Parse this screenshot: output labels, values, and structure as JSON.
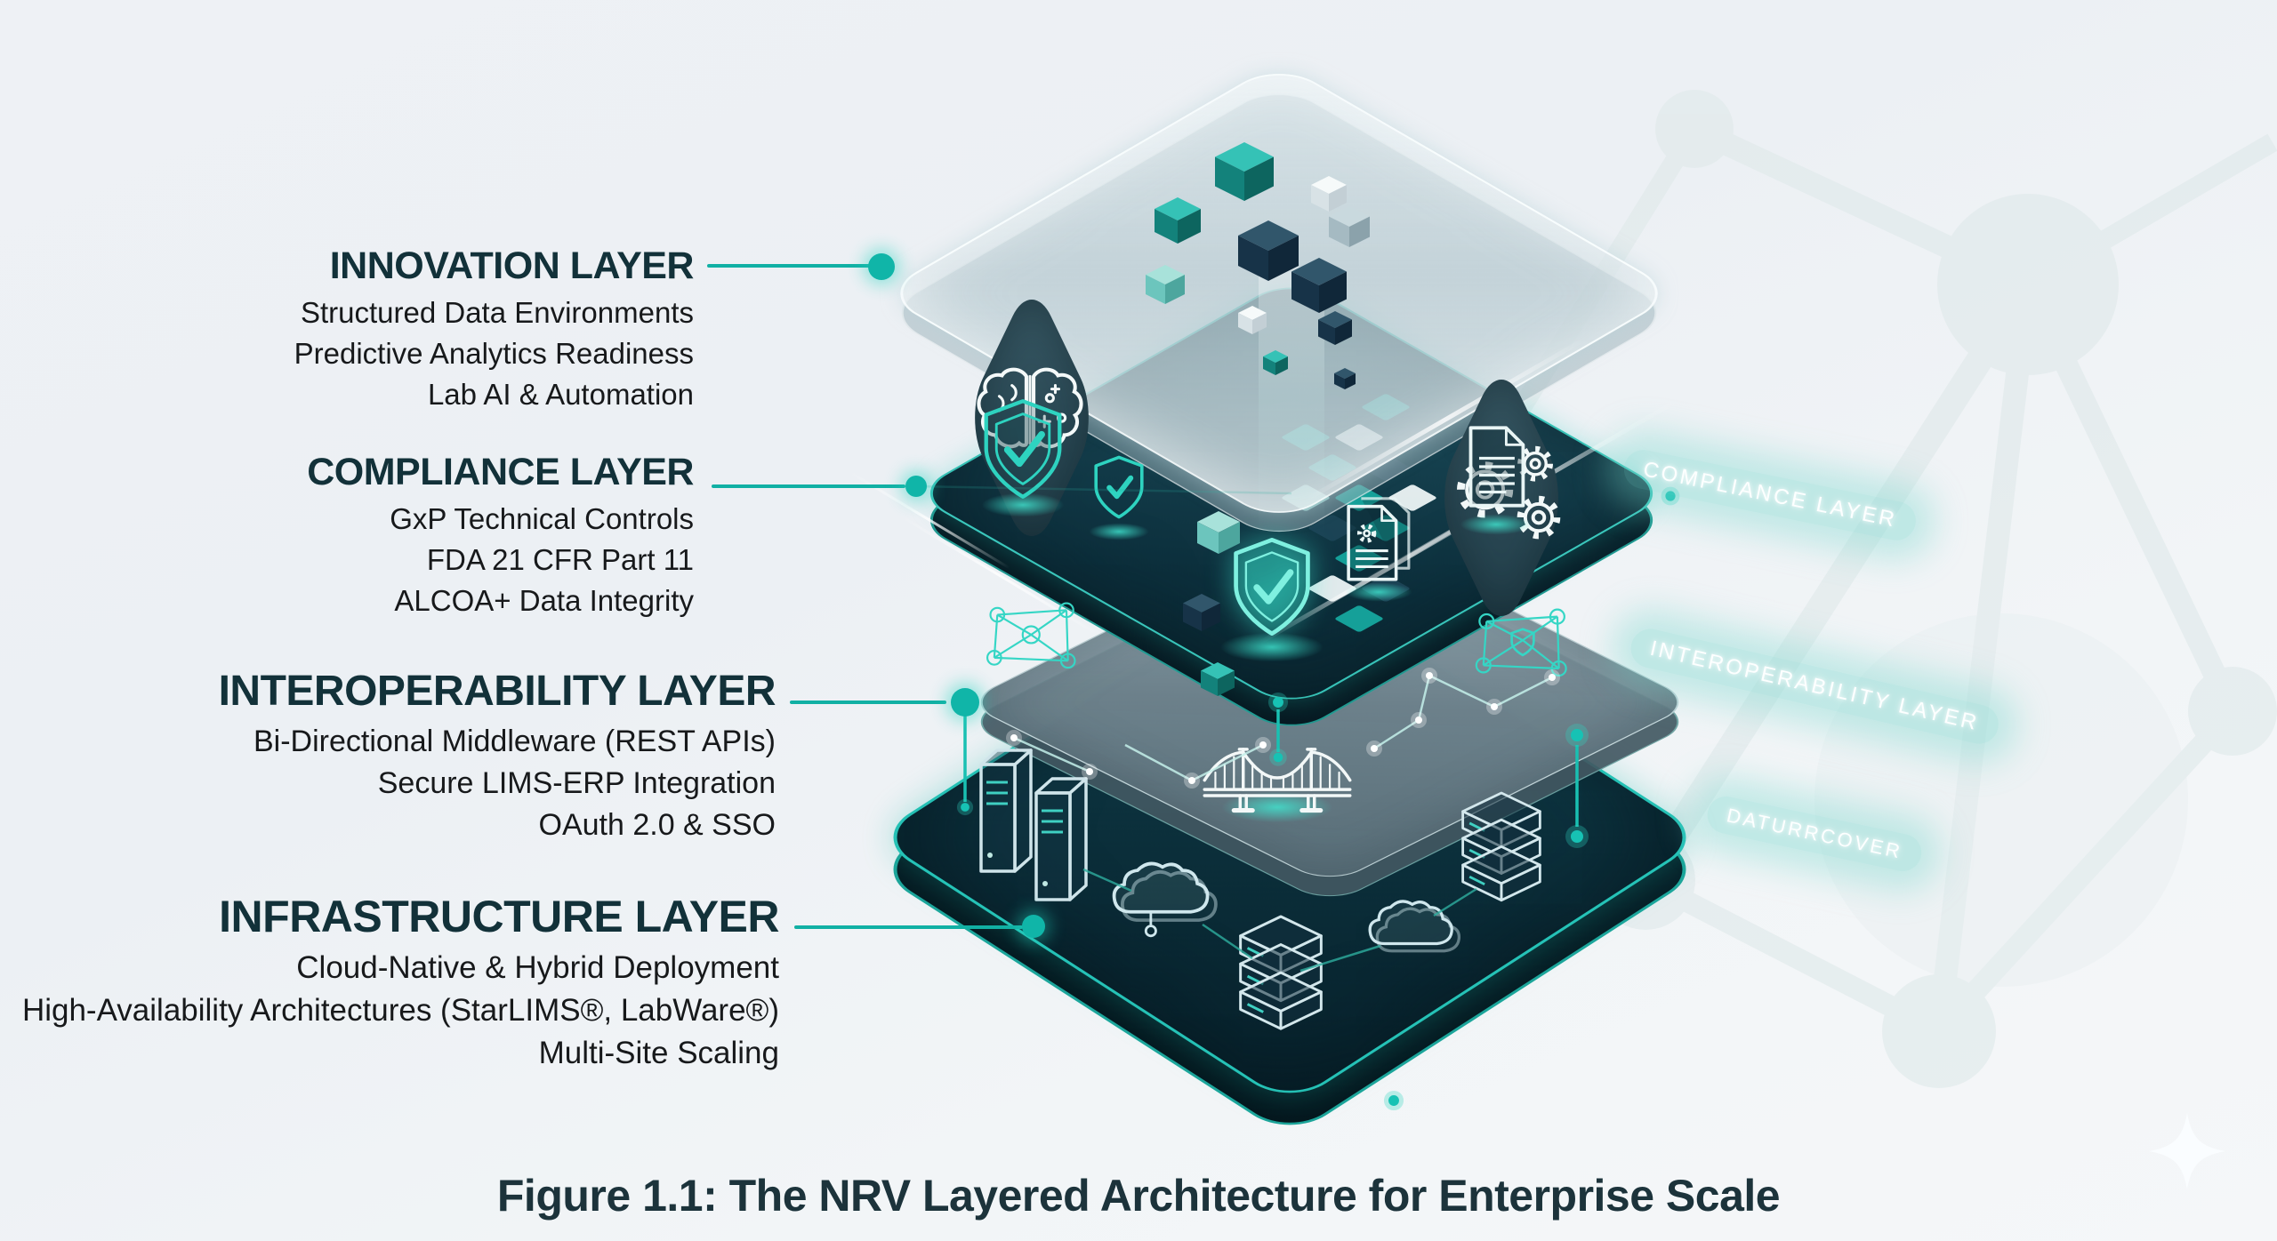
{
  "caption": "Figure 1.1: The NRV Layered Architecture for Enterprise Scale",
  "labels": [
    {
      "title": "INNOVATION LAYER",
      "lines": [
        "Structured Data Environments",
        "Predictive Analytics Readiness",
        "Lab AI & Automation"
      ]
    },
    {
      "title": "COMPLIANCE LAYER",
      "lines": [
        "GxP Technical Controls",
        "FDA 21 CFR Part 11",
        "ALCOA+ Data Integrity"
      ]
    },
    {
      "title": "INTEROPERABILITY LAYER",
      "lines": [
        "Bi-Directional Middleware (REST APIs)",
        "Secure LIMS-ERP Integration",
        "OAuth 2.0 & SSO"
      ]
    },
    {
      "title": "INFRASTRUCTURE LAYER",
      "lines": [
        "Cloud-Native & Hybrid Deployment",
        "High-Availability Architectures (StarLIMS®, LabWare®)",
        "Multi-Site Scaling"
      ]
    }
  ],
  "floating_labels": [
    {
      "text": "COMPLIANCE LAYER"
    },
    {
      "text": "INTEROPERABILITY LAYER"
    },
    {
      "text": "DATURRCOVER"
    }
  ],
  "icons": [
    "brain-icon",
    "gears-icon",
    "cubes-icon",
    "pixel-mosaic-icon",
    "shield-check-icon",
    "shield-check-small-icon",
    "shield-check-glow-icon",
    "document-icon",
    "document-gear-icon",
    "network-nodes-icon",
    "network-shield-icon",
    "bridge-icon",
    "server-towers-icon",
    "cloud-icon",
    "database-stack-icon",
    "molecule-watermark",
    "sparkle-icon"
  ],
  "colors": {
    "accent_teal": "#14b8a6",
    "glow_teal": "#2dd4bf",
    "layer_dark": "#0c2f3a",
    "layer_glass": "#d7e4e8",
    "title_text": "#123139",
    "body_text": "#17191b",
    "caption_text": "#1c333b",
    "background": "#eef1f5"
  }
}
